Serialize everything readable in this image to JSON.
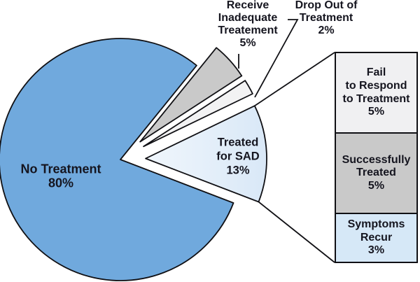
{
  "chart_data": {
    "type": "pie",
    "start_angle_deg": 51,
    "direction": "ccw",
    "style": {
      "background": "#FFFFFF",
      "line_color": "#101014",
      "text_color": "#15151F"
    },
    "slices": [
      {
        "label": "No Treatment",
        "value": 80,
        "unit": "%",
        "color": "#70A9DD",
        "text": "No Treatment\n80%"
      },
      {
        "label": "Treated for SAD",
        "value": 13,
        "unit": "%",
        "color": "#D9E8F7",
        "text": "Treated\nfor SAD\n13%"
      },
      {
        "label": "Drop Out of Treatment",
        "value": 2,
        "unit": "%",
        "color": "#F2F2F3",
        "text": "Drop Out of\nTreatment\n2%"
      },
      {
        "label": "Receive Inadequate Treatement",
        "value": 5,
        "unit": "%",
        "color": "#C9C9C9",
        "text": "Receive\nInadequate\nTreatement\n5%"
      }
    ],
    "breakdown": {
      "parent": "Treated for SAD",
      "segments": [
        {
          "label": "Fail to Respond to Treatment",
          "value": 5,
          "unit": "%",
          "color": "#F0F0F2",
          "text": "Fail\nto Respond\nto Treatment\n5%"
        },
        {
          "label": "Successfully Treated",
          "value": 5,
          "unit": "%",
          "color": "#C9C9C9",
          "text": "Successfully\nTreated\n5%"
        },
        {
          "label": "Symptoms Recur",
          "value": 3,
          "unit": "%",
          "color": "#D6E8F7",
          "text": "Symptoms\nRecur\n3%"
        }
      ]
    }
  }
}
